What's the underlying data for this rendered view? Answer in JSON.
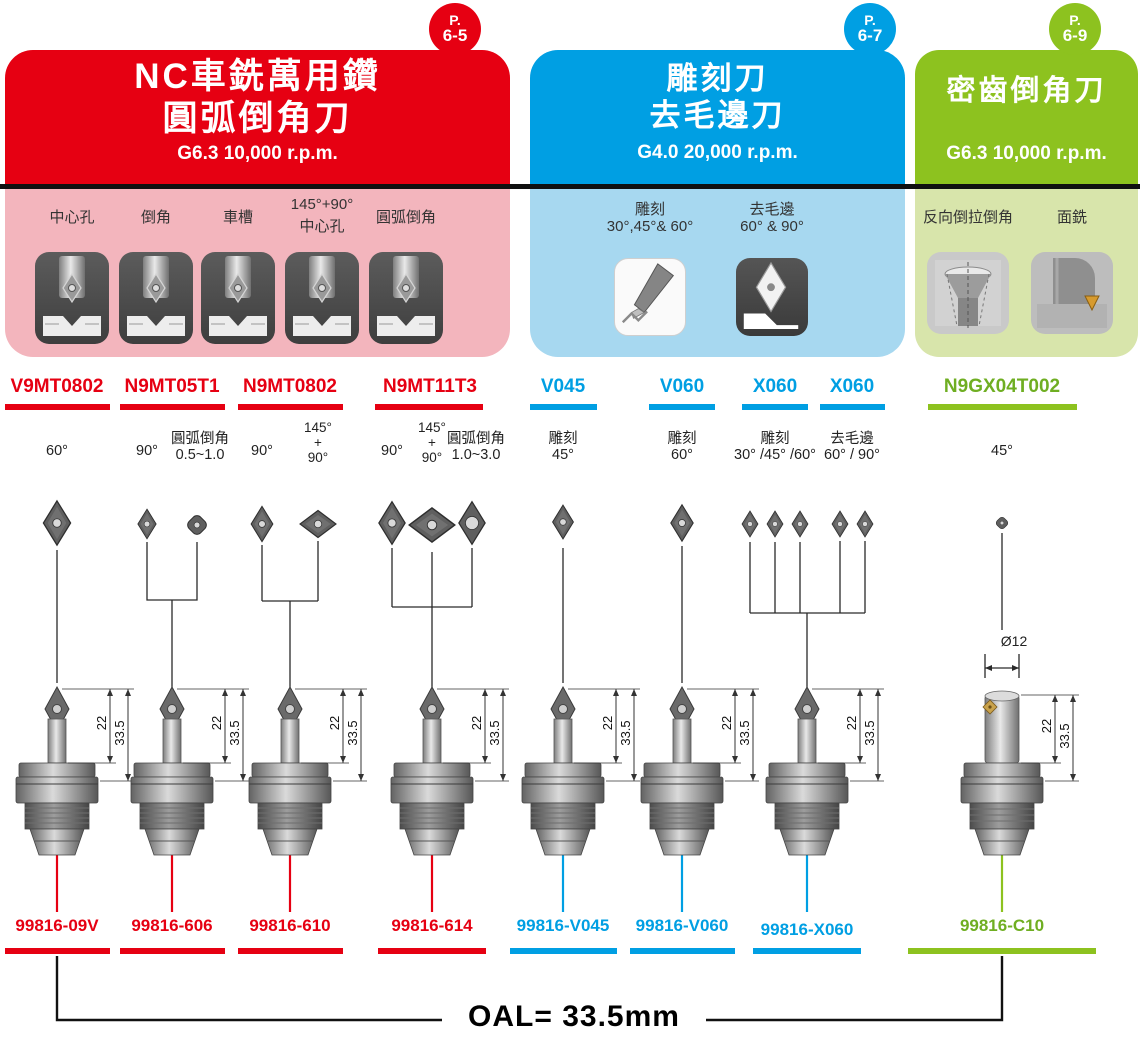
{
  "badges": {
    "red": {
      "p": "P.",
      "page": "6-5"
    },
    "blue": {
      "p": "P.",
      "page": "6-7"
    },
    "green": {
      "p": "P.",
      "page": "6-9"
    }
  },
  "headers": {
    "red": {
      "title1": "NC車銑萬用鑽",
      "title2": "圓弧倒角刀",
      "rpm": "G6.3 10,000 r.p.m."
    },
    "blue": {
      "title1": "雕刻刀",
      "title2": "去毛邊刀",
      "rpm": "G4.0 20,000 r.p.m."
    },
    "green": {
      "title1": "密齒倒角刀",
      "rpm": "G6.3 10,000 r.p.m."
    }
  },
  "features": {
    "red": [
      {
        "label1": "中心孔"
      },
      {
        "label1": "倒角"
      },
      {
        "label1": "車槽"
      },
      {
        "label1": "145°+90°",
        "label2": "中心孔"
      },
      {
        "label1": "圓弧倒角"
      }
    ],
    "blue": [
      {
        "label1": "雕刻",
        "label2": "30°,45°& 60°"
      },
      {
        "label1": "去毛邊",
        "label2": "60° & 90°"
      }
    ],
    "green": [
      {
        "label1": "反向倒拉倒角"
      },
      {
        "label1": "面銑"
      }
    ]
  },
  "columns": {
    "c1": {
      "model": "V9MT0802",
      "angle": "60°",
      "code": "99816-09V"
    },
    "c2": {
      "model": "N9MT05T1",
      "angle": "90°",
      "arc_label": "圓弧倒角",
      "arc_range": "0.5~1.0",
      "code": "99816-606"
    },
    "c3": {
      "model": "N9MT0802",
      "angle": "90°",
      "combo1": "145°",
      "combo2": "+",
      "combo3": "90°",
      "code": "99816-610"
    },
    "c4": {
      "model": "N9MT11T3",
      "angle": "90°",
      "combo1": "145°",
      "combo2": "+",
      "combo3": "90°",
      "arc_label": "圓弧倒角",
      "arc_range": "1.0~3.0",
      "code": "99816-614"
    },
    "c5": {
      "model": "V045",
      "func": "雕刻",
      "angle": "45°",
      "code": "99816-V045"
    },
    "c6": {
      "model": "V060",
      "func": "雕刻",
      "angle": "60°",
      "code": "99816-V060"
    },
    "c7": {
      "model": "X060",
      "func": "雕刻",
      "angle": "30° /45° /60°"
    },
    "c8": {
      "model": "X060",
      "func": "去毛邊",
      "angle": "60° / 90°",
      "code": "99816-X060"
    },
    "c9": {
      "model": "N9GX04T002",
      "angle": "45°",
      "diameter": "Ø12",
      "code": "99816-C10"
    }
  },
  "dims": {
    "upper": "22",
    "overall": "33.5"
  },
  "oal_label": "OAL= 33.5mm",
  "colors": {
    "red": "#e60012",
    "blue": "#009fe3",
    "green": "#8dc21f",
    "pink_panel": "#f3b5bd",
    "light_blue_panel": "#a7d8f0",
    "light_green_panel": "#d8e5ab"
  }
}
